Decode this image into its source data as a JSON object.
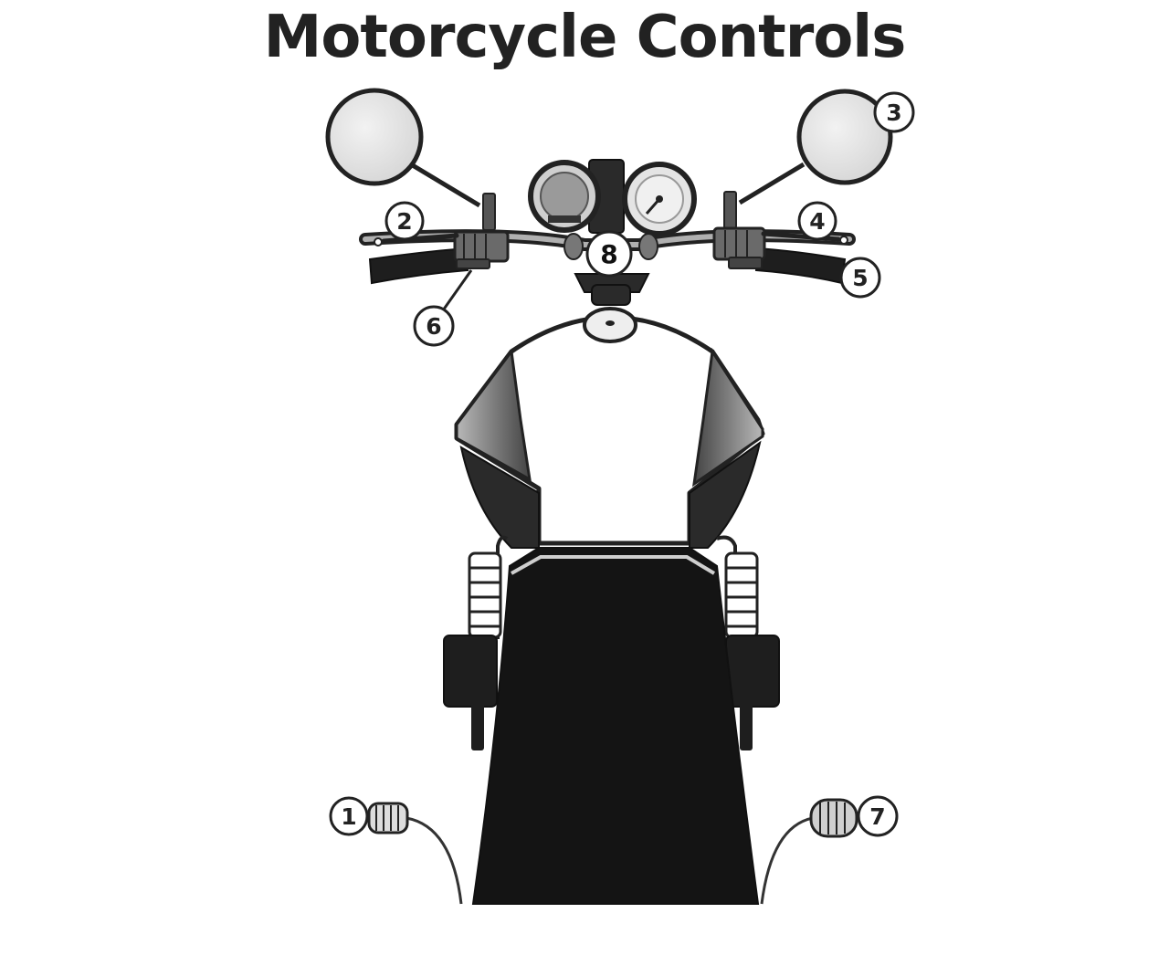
{
  "title": "Motorcycle Controls",
  "callouts": [
    "1",
    "2",
    "3",
    "4",
    "5",
    "6",
    "7",
    "8"
  ],
  "colors": {
    "ink": "#222222",
    "body": "#1a1a1a",
    "mirror": "#e6e6e6",
    "grey": "#8a8a8a"
  }
}
